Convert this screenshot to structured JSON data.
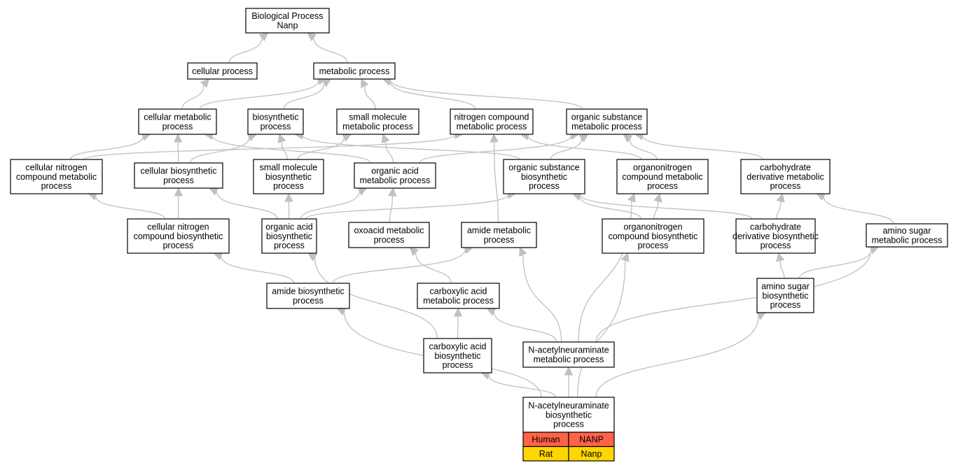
{
  "nodes": {
    "bp_root": "Biological Process\nNanp",
    "cellular_process": "cellular process",
    "metabolic_process": "metabolic process",
    "cellular_metabolic": "cellular metabolic\nprocess",
    "biosynthetic": "biosynthetic\nprocess",
    "small_molecule_metabolic": "small molecule\nmetabolic process",
    "nitrogen_compound_metabolic": "nitrogen compound\nmetabolic process",
    "organic_substance_metabolic": "organic substance\nmetabolic process",
    "cellular_nitrogen_compound_metabolic": "cellular nitrogen\ncompound metabolic\nprocess",
    "cellular_biosynthetic": "cellular biosynthetic\nprocess",
    "small_molecule_biosynthetic": "small molecule\nbiosynthetic\nprocess",
    "organic_acid_metabolic": "organic acid\nmetabolic process",
    "organic_substance_biosynthetic": "organic substance\nbiosynthetic\nprocess",
    "organonitrogen_compound_metabolic": "organonitrogen\ncompound metabolic\nprocess",
    "carbohydrate_derivative_metabolic": "carbohydrate\nderivative metabolic\nprocess",
    "cellular_nitrogen_compound_biosynthetic": "cellular nitrogen\ncompound biosynthetic\nprocess",
    "organic_acid_biosynthetic": "organic acid\nbiosynthetic\nprocess",
    "oxoacid_metabolic": "oxoacid metabolic\nprocess",
    "amide_metabolic": "amide metabolic\nprocess",
    "organonitrogen_compound_biosynthetic": "organonitrogen\ncompound biosynthetic\nprocess",
    "carbohydrate_derivative_biosynthetic": "carbohydrate\nderivative biosynthetic\nprocess",
    "amino_sugar_metabolic": "amino sugar\nmetabolic process",
    "amide_biosynthetic": "amide biosynthetic\nprocess",
    "carboxylic_acid_metabolic": "carboxylic acid\nmetabolic process",
    "amino_sugar_biosynthetic": "amino sugar\nbiosynthetic\nprocess",
    "carboxylic_acid_biosynthetic": "carboxylic acid\nbiosynthetic\nprocess",
    "nacetylneuraminate_metabolic": "N-acetylneuraminate\nmetabolic process",
    "nacetylneuraminate_biosynthetic": "N-acetylneuraminate\nbiosynthetic\nprocess"
  },
  "edges": [
    [
      "cellular_process",
      "bp_root"
    ],
    [
      "metabolic_process",
      "bp_root"
    ],
    [
      "cellular_metabolic",
      "cellular_process"
    ],
    [
      "cellular_metabolic",
      "metabolic_process"
    ],
    [
      "biosynthetic",
      "metabolic_process"
    ],
    [
      "small_molecule_metabolic",
      "metabolic_process"
    ],
    [
      "nitrogen_compound_metabolic",
      "metabolic_process"
    ],
    [
      "organic_substance_metabolic",
      "metabolic_process"
    ],
    [
      "cellular_nitrogen_compound_metabolic",
      "cellular_metabolic"
    ],
    [
      "cellular_nitrogen_compound_metabolic",
      "nitrogen_compound_metabolic"
    ],
    [
      "cellular_biosynthetic",
      "cellular_metabolic"
    ],
    [
      "cellular_biosynthetic",
      "biosynthetic"
    ],
    [
      "small_molecule_biosynthetic",
      "biosynthetic"
    ],
    [
      "small_molecule_biosynthetic",
      "small_molecule_metabolic"
    ],
    [
      "organic_acid_metabolic",
      "small_molecule_metabolic"
    ],
    [
      "organic_acid_metabolic",
      "cellular_metabolic"
    ],
    [
      "organic_acid_metabolic",
      "organic_substance_metabolic"
    ],
    [
      "organic_substance_biosynthetic",
      "biosynthetic"
    ],
    [
      "organic_substance_biosynthetic",
      "organic_substance_metabolic"
    ],
    [
      "organonitrogen_compound_metabolic",
      "nitrogen_compound_metabolic"
    ],
    [
      "organonitrogen_compound_metabolic",
      "organic_substance_metabolic"
    ],
    [
      "carbohydrate_derivative_metabolic",
      "organic_substance_metabolic"
    ],
    [
      "cellular_nitrogen_compound_biosynthetic",
      "cellular_nitrogen_compound_metabolic"
    ],
    [
      "cellular_nitrogen_compound_biosynthetic",
      "cellular_biosynthetic"
    ],
    [
      "organic_acid_biosynthetic",
      "cellular_biosynthetic"
    ],
    [
      "organic_acid_biosynthetic",
      "small_molecule_biosynthetic"
    ],
    [
      "organic_acid_biosynthetic",
      "organic_acid_metabolic"
    ],
    [
      "organic_acid_biosynthetic",
      "organic_substance_biosynthetic"
    ],
    [
      "oxoacid_metabolic",
      "organic_acid_metabolic"
    ],
    [
      "amide_metabolic",
      "nitrogen_compound_metabolic"
    ],
    [
      "organonitrogen_compound_biosynthetic",
      "organic_substance_biosynthetic"
    ],
    [
      "organonitrogen_compound_biosynthetic",
      "organonitrogen_compound_metabolic"
    ],
    [
      "carbohydrate_derivative_biosynthetic",
      "carbohydrate_derivative_metabolic"
    ],
    [
      "carbohydrate_derivative_biosynthetic",
      "organic_substance_biosynthetic"
    ],
    [
      "amino_sugar_metabolic",
      "carbohydrate_derivative_metabolic"
    ],
    [
      "amide_biosynthetic",
      "cellular_nitrogen_compound_biosynthetic"
    ],
    [
      "amide_biosynthetic",
      "amide_metabolic"
    ],
    [
      "carboxylic_acid_metabolic",
      "oxoacid_metabolic"
    ],
    [
      "amino_sugar_biosynthetic",
      "amino_sugar_metabolic"
    ],
    [
      "amino_sugar_biosynthetic",
      "carbohydrate_derivative_biosynthetic"
    ],
    [
      "carboxylic_acid_biosynthetic",
      "carboxylic_acid_metabolic"
    ],
    [
      "carboxylic_acid_biosynthetic",
      "organic_acid_biosynthetic"
    ],
    [
      "nacetylneuraminate_metabolic",
      "carboxylic_acid_metabolic"
    ],
    [
      "nacetylneuraminate_metabolic",
      "amide_metabolic"
    ],
    [
      "nacetylneuraminate_metabolic",
      "organonitrogen_compound_metabolic"
    ],
    [
      "nacetylneuraminate_metabolic",
      "amino_sugar_metabolic"
    ],
    [
      "nacetylneuraminate_biosynthetic",
      "nacetylneuraminate_metabolic"
    ],
    [
      "nacetylneuraminate_biosynthetic",
      "carboxylic_acid_biosynthetic"
    ],
    [
      "nacetylneuraminate_biosynthetic",
      "amide_biosynthetic"
    ],
    [
      "nacetylneuraminate_biosynthetic",
      "organonitrogen_compound_biosynthetic"
    ],
    [
      "nacetylneuraminate_biosynthetic",
      "amino_sugar_biosynthetic"
    ]
  ],
  "species_table": {
    "rows": [
      {
        "species": "Human",
        "gene": "NANP",
        "color": "#ff6347"
      },
      {
        "species": "Rat",
        "gene": "Nanp",
        "color": "#ffd700"
      }
    ]
  },
  "colors": {
    "edge": "#c0c0c0",
    "node_border": "#000000"
  }
}
